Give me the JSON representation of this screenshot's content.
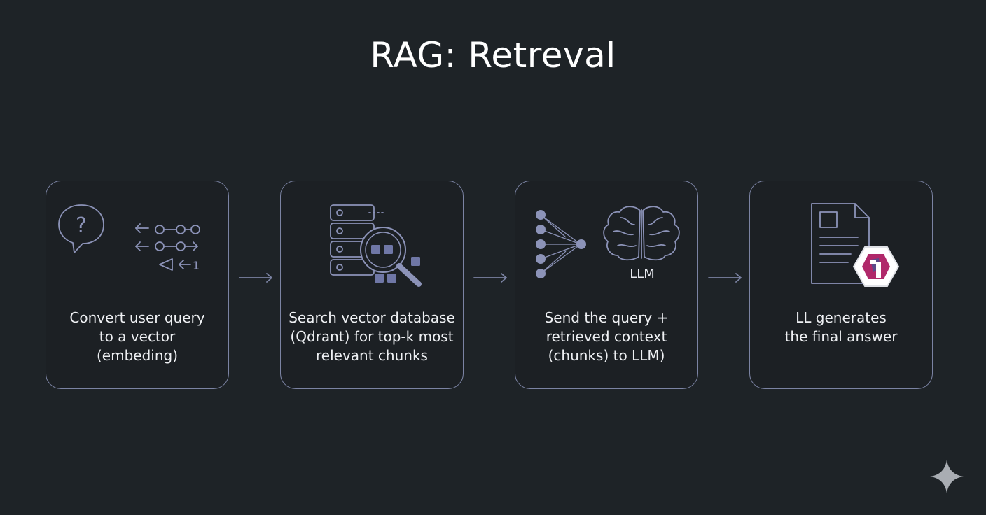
{
  "title": "RAG: Retreval",
  "steps": [
    {
      "caption": [
        "Convert user query",
        "to a vector",
        "(embeding)"
      ],
      "icon": "speech-bubble-question-vector-icon",
      "icon_text": {
        "question": "?",
        "digit": "1"
      }
    },
    {
      "caption": [
        "Search vector database",
        "(Qdrant) for top-k most",
        "relevant chunks"
      ],
      "icon": "database-magnifier-icon"
    },
    {
      "caption": [
        "Send the query +",
        "retrieved context",
        "(chunks) to LLM)"
      ],
      "icon": "neural-network-brain-icon",
      "icon_text": {
        "label": "LLM"
      }
    },
    {
      "caption": [
        "LL generates",
        "the final answer"
      ],
      "icon": "document-with-logo-icon"
    }
  ],
  "colors": {
    "background": "#1e2327",
    "border": "#7b83a3",
    "icon_stroke": "#8c93b8",
    "icon_fill": "#6f77a6",
    "logo_magenta": "#b0286a",
    "logo_purple": "#5a4a8a"
  },
  "decorations": {
    "corner": "sparkle-icon"
  }
}
